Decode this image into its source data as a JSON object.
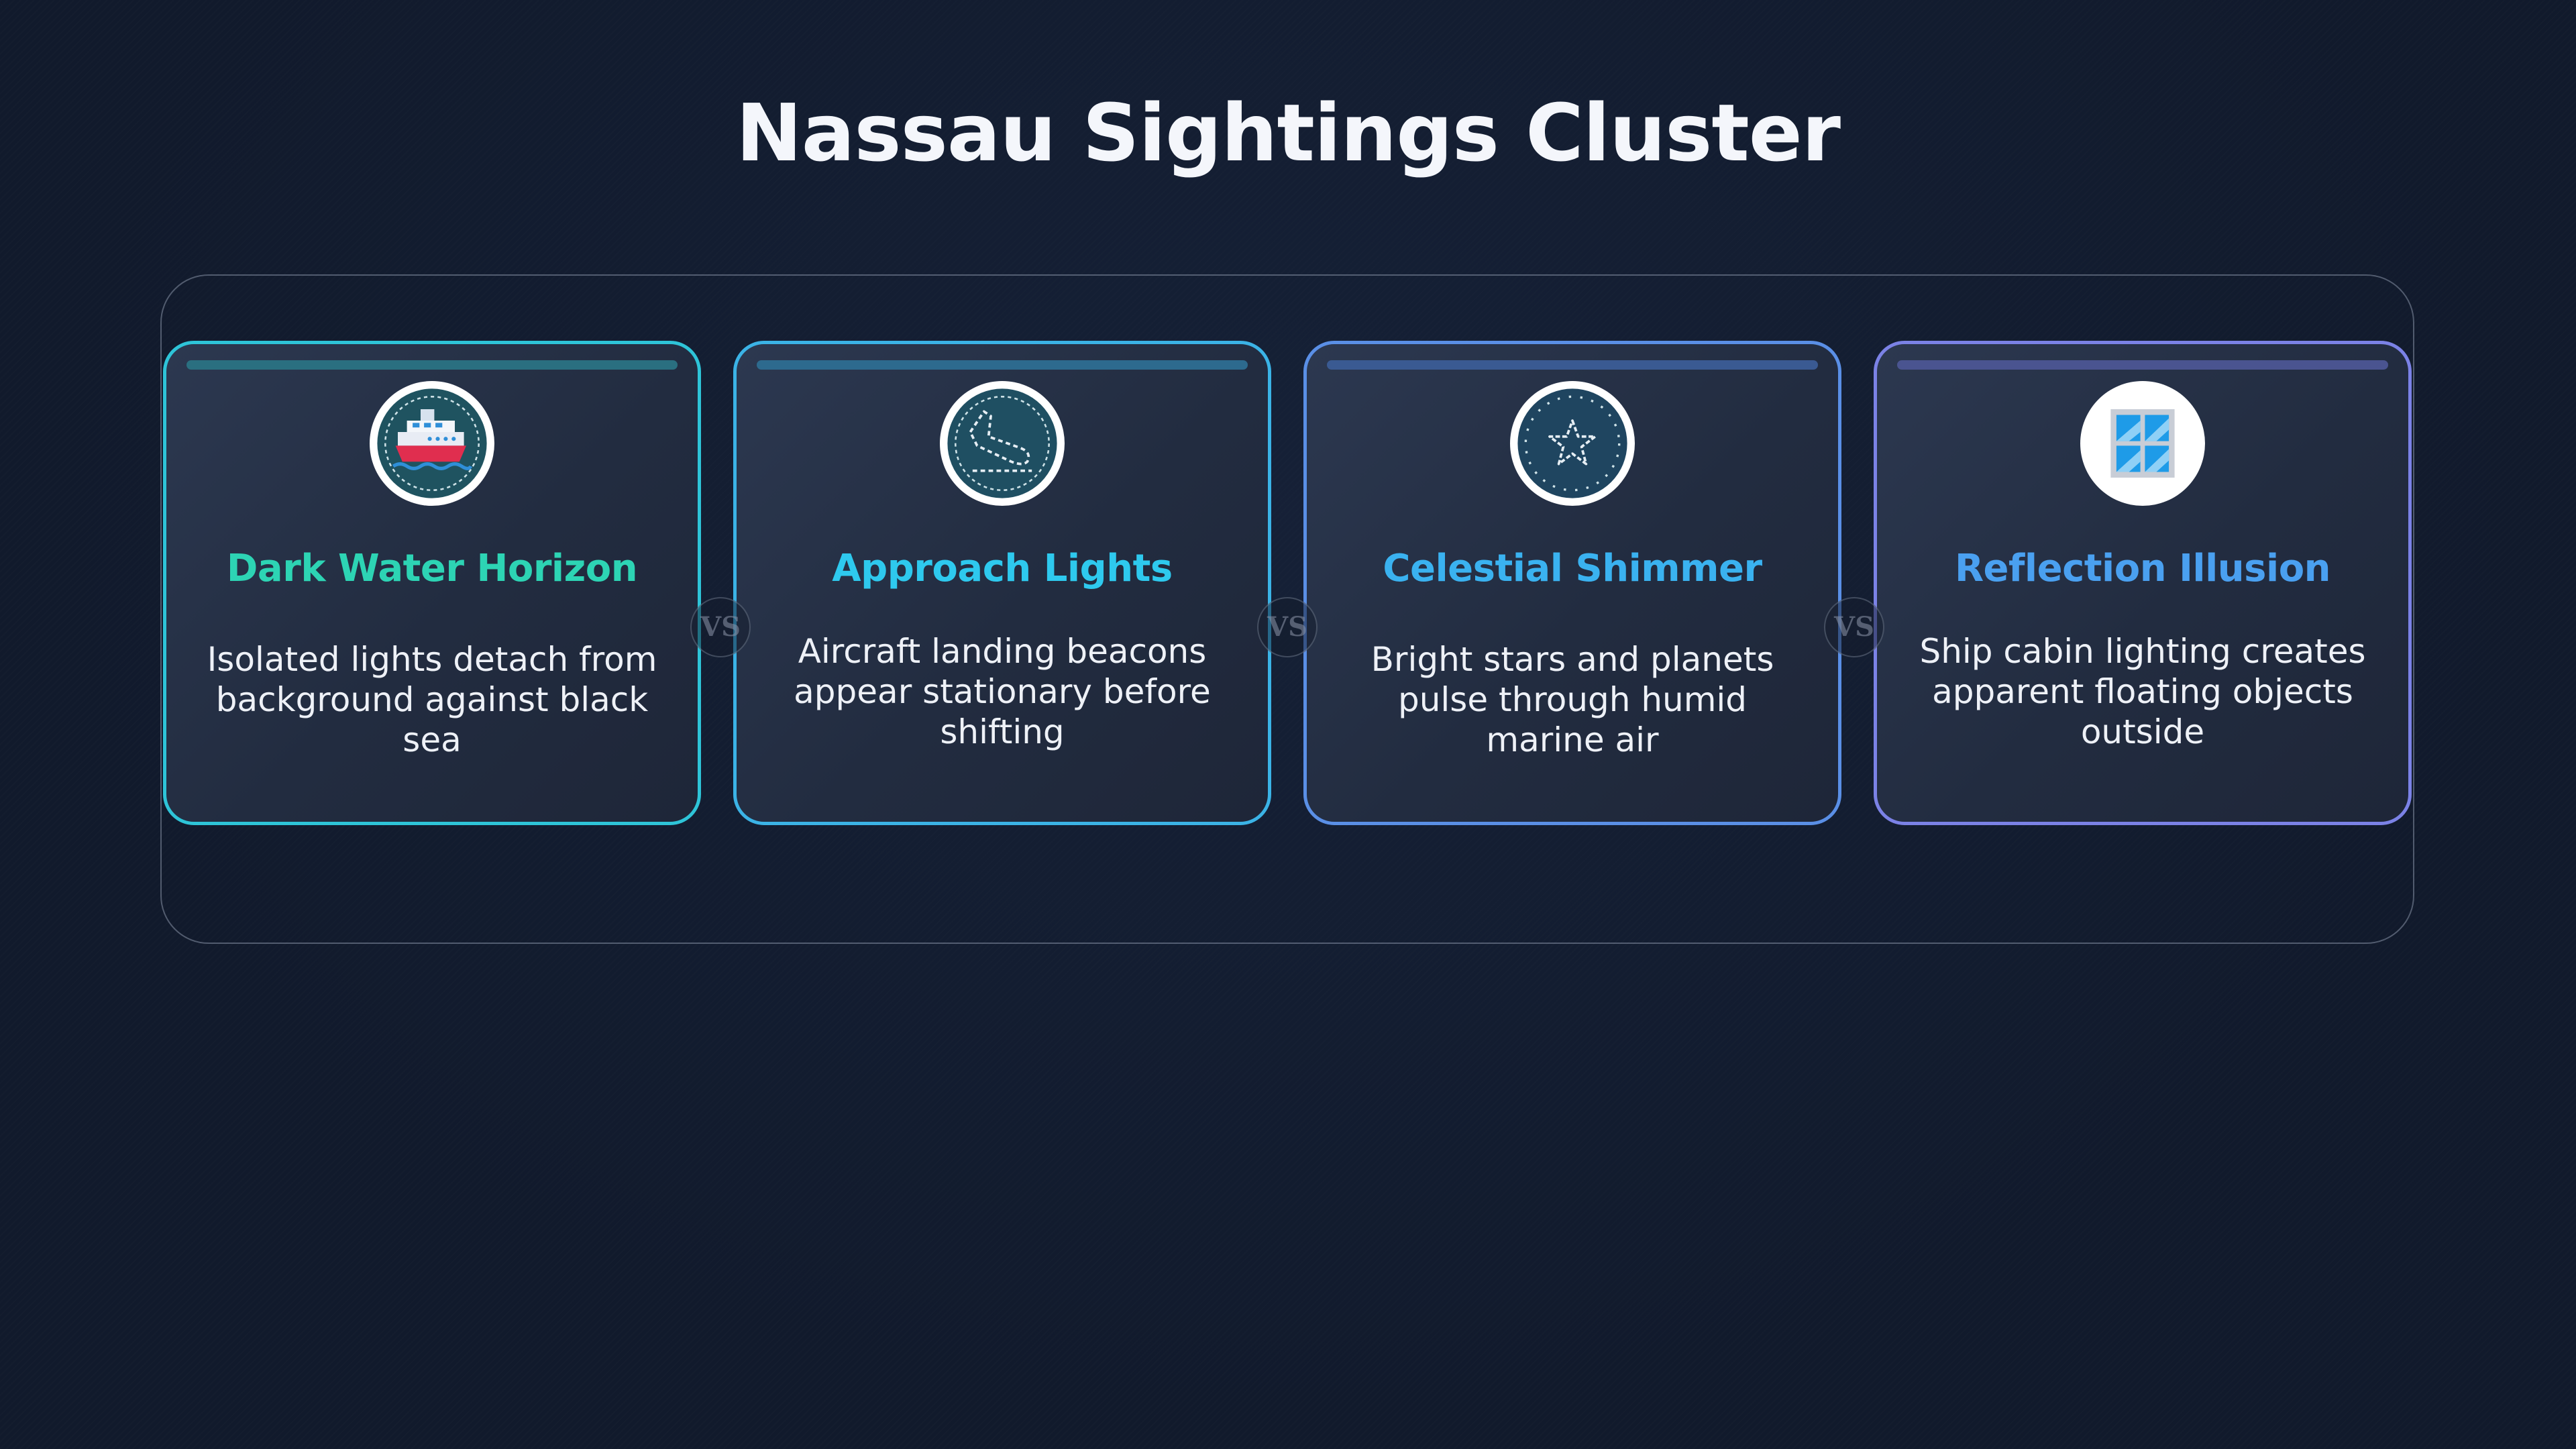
{
  "title": "Nassau Sightings Cluster",
  "cards": [
    {
      "title": "Dark Water Horizon",
      "desc": "Isolated lights detach from background against black sea",
      "icon": "cruise-ship-icon",
      "accent": "#2dd4b4",
      "border": "#2ec4d8"
    },
    {
      "title": "Approach Lights",
      "desc": "Aircraft landing beacons appear stationary before shifting",
      "icon": "aircraft-outline-icon",
      "accent": "#2ec9ee",
      "border": "#3bb3e6"
    },
    {
      "title": "Celestial Shimmer",
      "desc": "Bright stars and planets pulse through humid marine air",
      "icon": "star-icon",
      "accent": "#3ab2f0",
      "border": "#5a8fe6"
    },
    {
      "title": "Reflection Illusion",
      "desc": "Ship cabin lighting creates apparent floating objects outside",
      "icon": "window-icon",
      "accent": "#4aa0f0",
      "border": "#7b82e6"
    }
  ],
  "separator": "VS"
}
